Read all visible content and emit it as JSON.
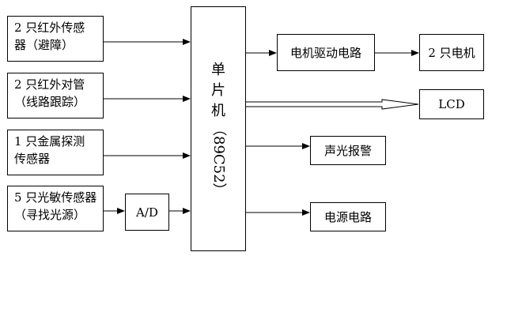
{
  "inputs": [
    {
      "line1": "2 只红外传感",
      "line2": "器（避障）"
    },
    {
      "line1": "2 只红外对管",
      "line2": "（线路跟踪）"
    },
    {
      "line1": "1 只金属探测",
      "line2": "传感器"
    },
    {
      "line1": "5 只光敏传感器",
      "line2": "（寻找光源）"
    }
  ],
  "adc": {
    "label": "A/D"
  },
  "mcu": {
    "char1": "单",
    "char2": "片",
    "char3": "机",
    "model": "（89C52）"
  },
  "outputs": {
    "motor_driver": "电机驱动电路",
    "motors": "2 只电机",
    "lcd": "LCD",
    "alarm": "声光报警",
    "power": "电源电路"
  }
}
